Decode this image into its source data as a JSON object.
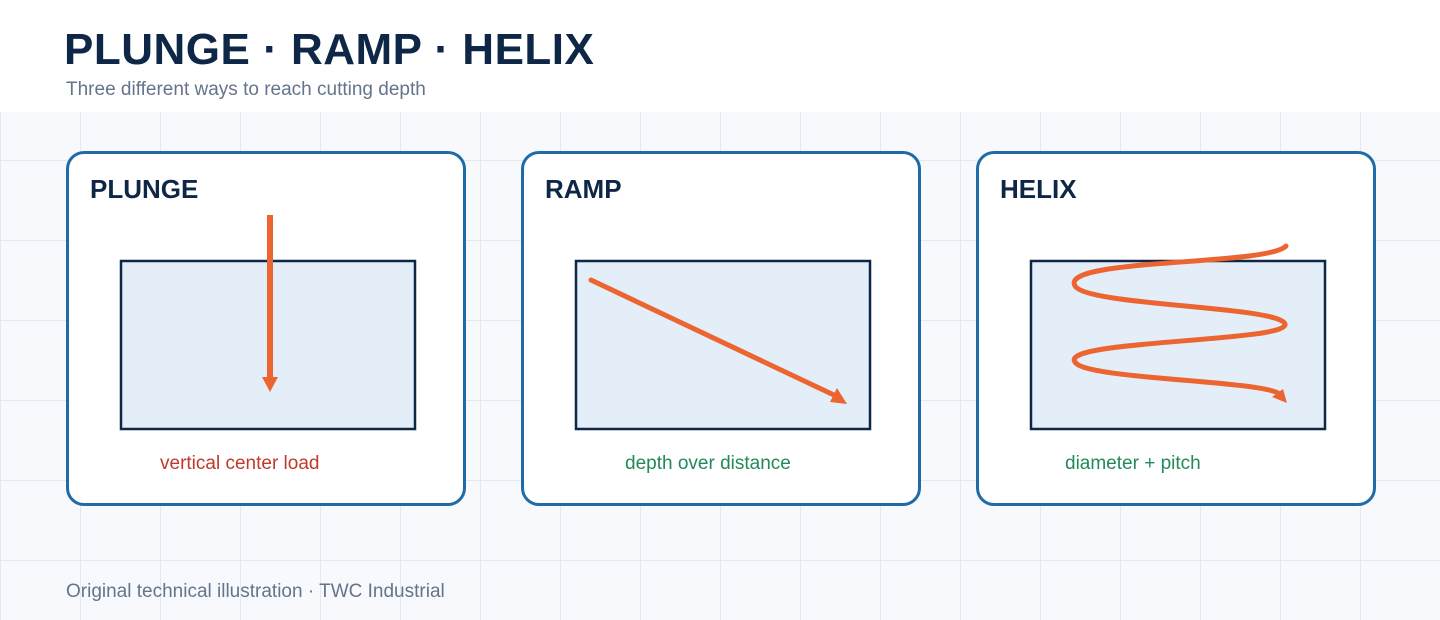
{
  "page": {
    "title": "PLUNGE · RAMP · HELIX",
    "subtitle": "Three different ways to reach cutting depth",
    "footer": "Original technical illustration · TWC Industrial"
  },
  "panels": [
    {
      "id": "plunge",
      "title": "PLUNGE",
      "caption": "vertical center load",
      "caption_color": "#c0392b"
    },
    {
      "id": "ramp",
      "title": "RAMP",
      "caption": "depth over distance",
      "caption_color": "#23895b"
    },
    {
      "id": "helix",
      "title": "HELIX",
      "caption": "diameter + pitch",
      "caption_color": "#23895b"
    }
  ],
  "colors": {
    "title": "#0f2747",
    "muted_text": "#64748b",
    "panel_border": "#1e6ba8",
    "workpiece_fill": "#e4eef9",
    "workpiece_stroke": "#0f2747",
    "toolpath": "#ec6531",
    "grid_line": "#e3e9f1",
    "grid_background": "#f7f9fc"
  },
  "icons": {
    "plunge": "down-arrow-toolpath-icon",
    "ramp": "diagonal-arrow-toolpath-icon",
    "helix": "helical-zigzag-toolpath-icon"
  }
}
